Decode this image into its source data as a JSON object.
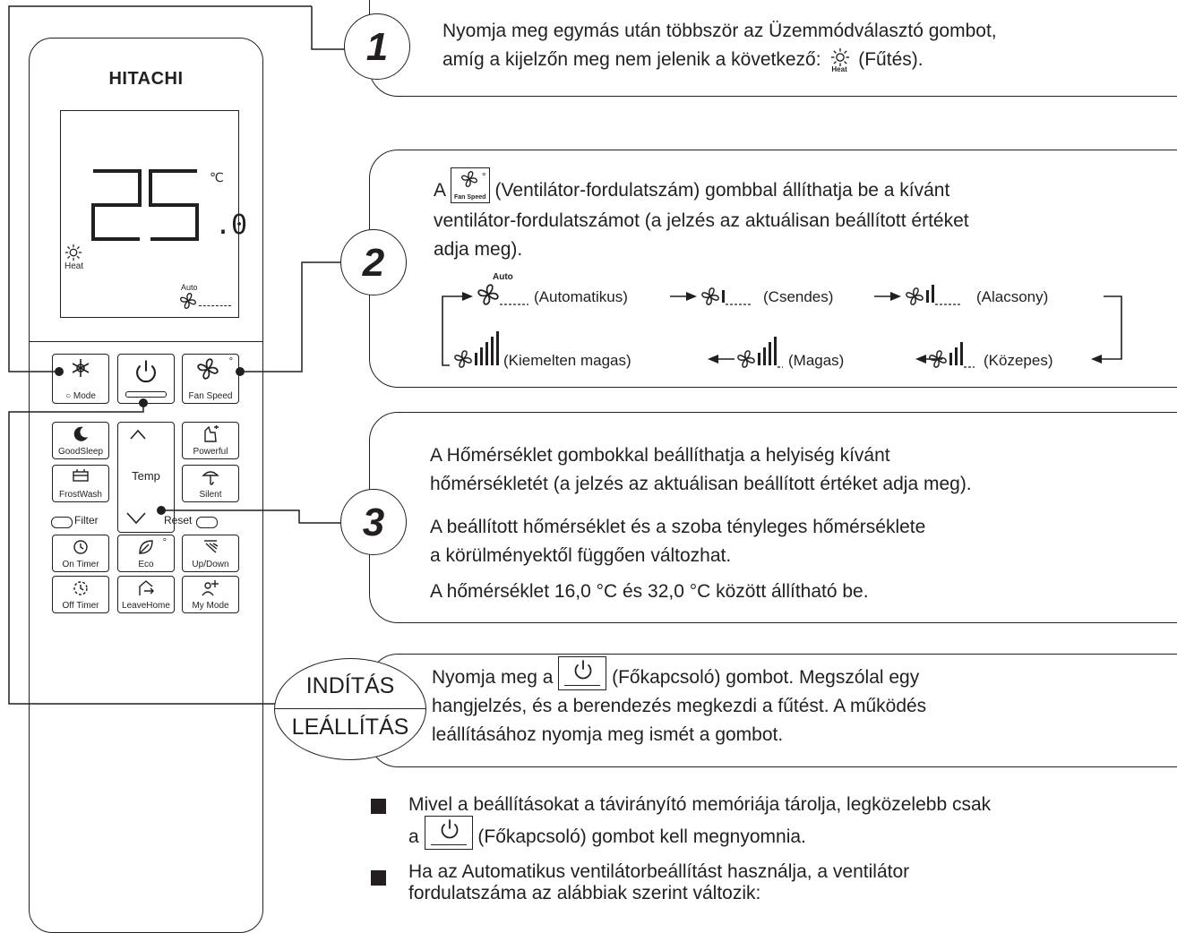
{
  "remote": {
    "brand": "HITACHI",
    "lcd": {
      "temperature": "25",
      "decimal": ".0",
      "unit": "℃",
      "heat_label": "Heat",
      "fan_auto_label": "Auto"
    },
    "buttons": {
      "mode": "Mode",
      "fan_speed": "Fan Speed",
      "goodsleep": "GoodSleep",
      "temp": "Temp",
      "powerful": "Powerful",
      "frostwash": "FrostWash",
      "silent": "Silent",
      "filter": "Filter",
      "reset": "Reset",
      "on_timer": "On Timer",
      "eco": "Eco",
      "updown": "Up/Down",
      "off_timer": "Off Timer",
      "leavehome": "LeaveHome",
      "mymode": "My Mode"
    }
  },
  "steps": [
    {
      "number": "1",
      "line1": "Nyomja meg egymás után többször az Üzemmódválasztó gombot,",
      "line2_pre": "amíg a kijelzőn meg nem jelenik a következő:",
      "line2_post": "(Fűtés).",
      "icon_caption": "Heat"
    },
    {
      "number": "2",
      "line1_pre": "A",
      "line1_post": "(Ventilátor-fordulatszám) gombbal állíthatja be a kívánt",
      "line2": "ventilátor-fordulatszámot (a jelzés az aktuálisan beállított értéket",
      "line3": "adja meg).",
      "icon_caption": "Fan Speed",
      "auto_caption": "Auto",
      "speeds": [
        "(Automatikus)",
        "(Csendes)",
        "(Alacsony)",
        "(Közepes)",
        "(Magas)",
        "(Kiemelten magas)"
      ]
    },
    {
      "number": "3",
      "line1": "A Hőmérséklet gombokkal beállíthatja a helyiség kívánt",
      "line2": "hőmérsékletét (a jelzés az aktuálisan beállított értéket adja meg).",
      "line3": "A beállított hőmérséklet és a szoba tényleges hőmérséklete",
      "line4": "a körülményektől függően változhat.",
      "line5": "A hőmérséklet 16,0 °C és 32,0 °C között állítható be."
    }
  ],
  "start_stop": {
    "start_label": "INDÍTÁS",
    "stop_label": "LEÁLLÍTÁS",
    "line1_pre": "Nyomja meg a",
    "line1_post": "(Főkapcsoló) gombot. Megszólal egy",
    "line2": "hangjelzés, és a berendezés megkezdi a fűtést. A működés",
    "line3": "leállításához nyomja meg ismét a gombot."
  },
  "notes": [
    {
      "line1": "Mivel a beállításokat a távirányító memóriája tárolja, legközelebb csak",
      "line2_pre": "a",
      "line2_post": "(Főkapcsoló) gombot kell megnyomnia."
    },
    {
      "line1": "Ha az Automatikus ventilátorbeállítást használja, a ventilátor",
      "line2": "fordulatszáma az alábbiak szerint változik:"
    }
  ]
}
